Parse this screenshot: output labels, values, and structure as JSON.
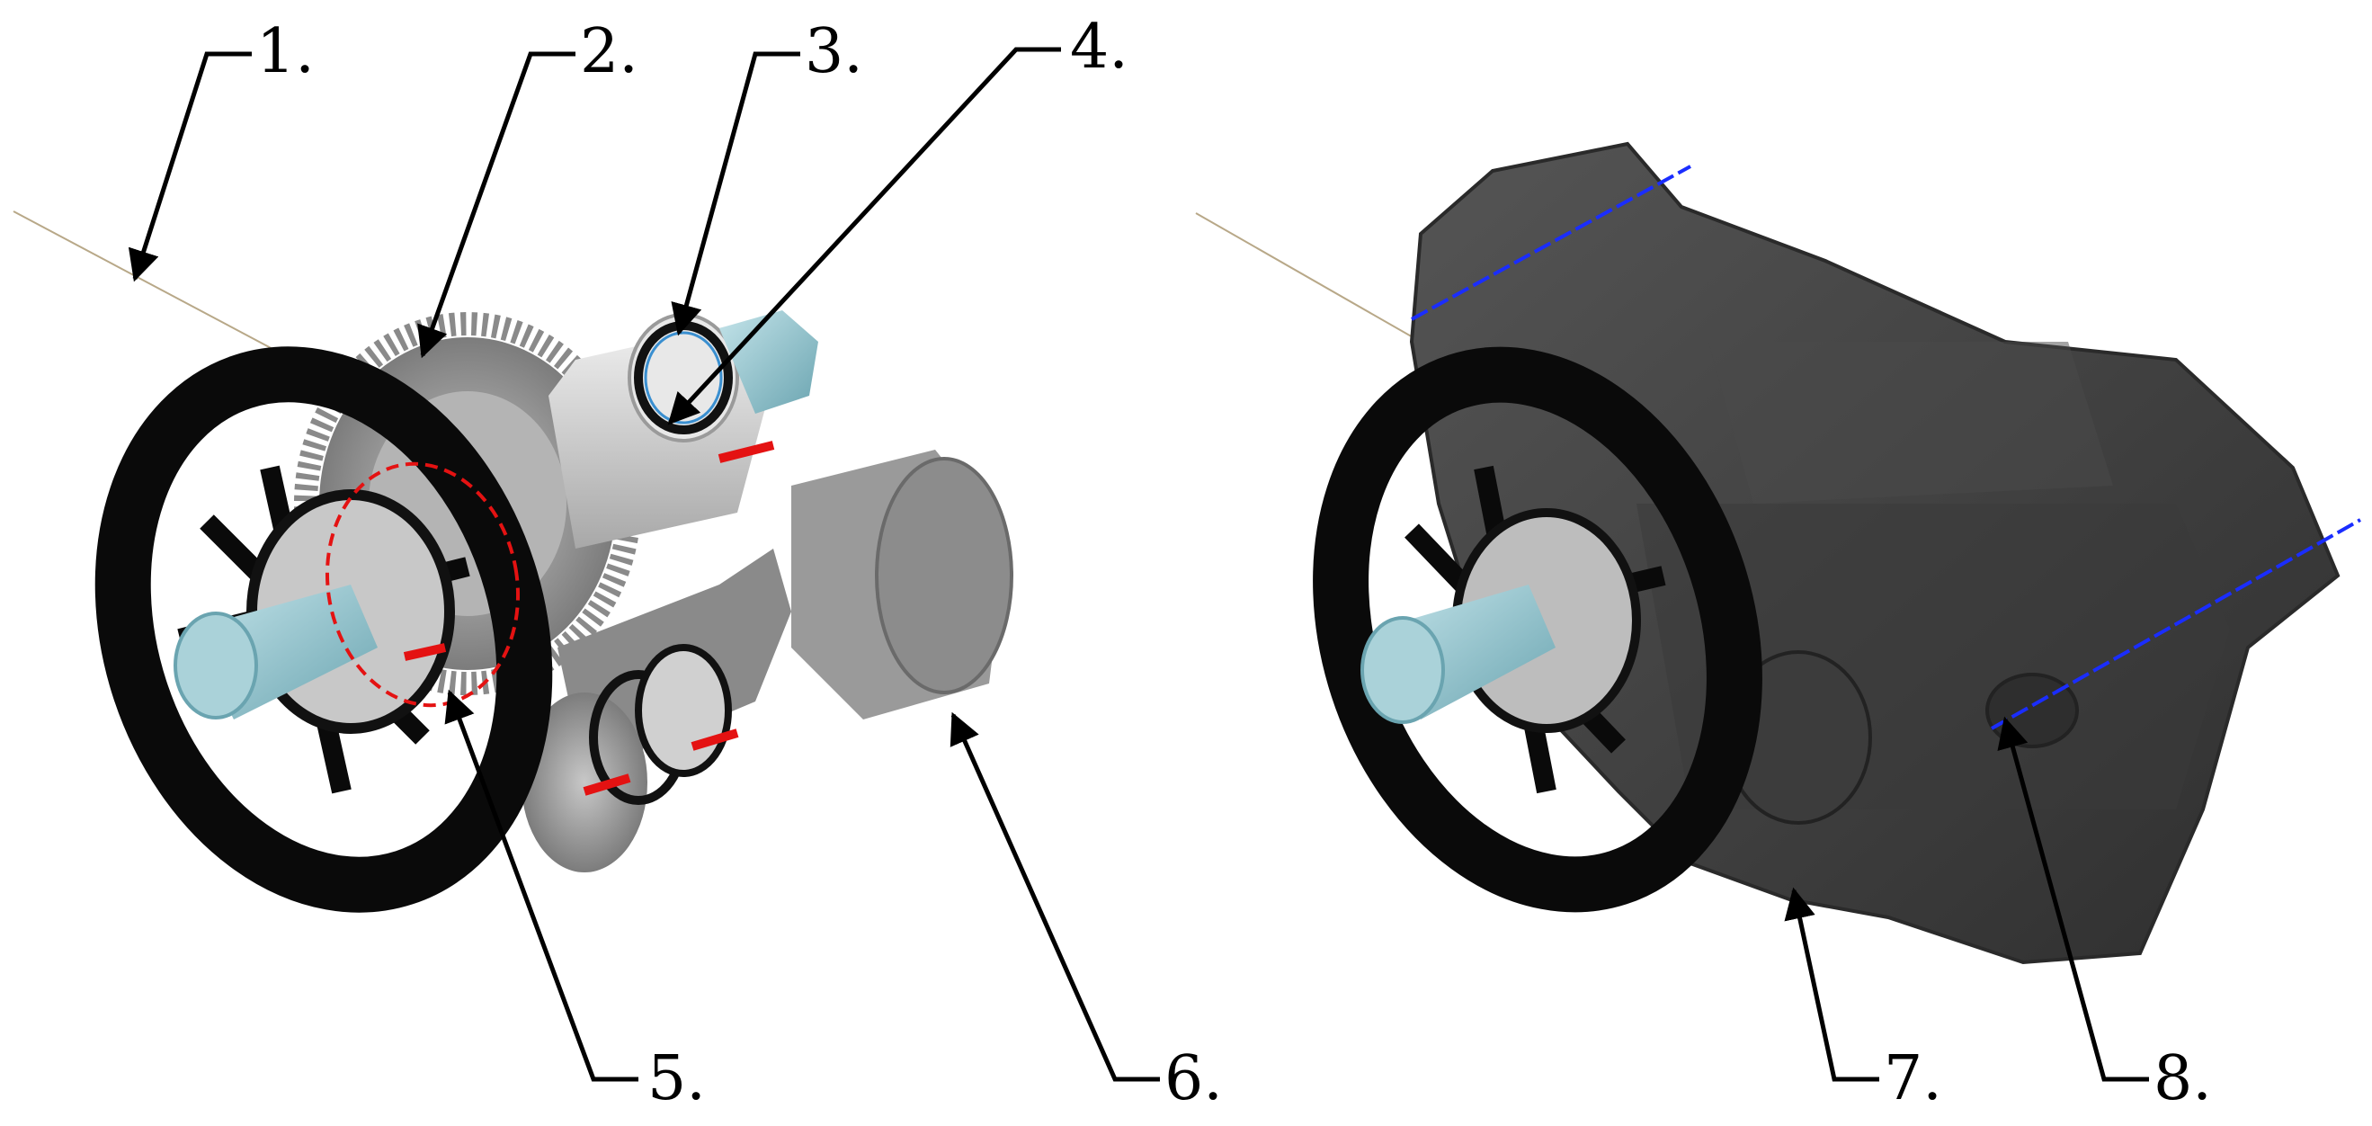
{
  "callouts": [
    {
      "id": "1",
      "label": "1."
    },
    {
      "id": "2",
      "label": "2."
    },
    {
      "id": "3",
      "label": "3."
    },
    {
      "id": "4",
      "label": "4."
    },
    {
      "id": "5",
      "label": "5."
    },
    {
      "id": "6",
      "label": "6."
    },
    {
      "id": "7",
      "label": "7."
    },
    {
      "id": "8",
      "label": "8."
    }
  ],
  "colors": {
    "flange": "#0a0a0a",
    "gear": "#9a9a9a",
    "shaft": "#d7d7d7",
    "spline": "#8fc3cc",
    "housing": "#3e3e3e",
    "marker_red": "#e41212",
    "axis_blue": "#1a2dff",
    "axis_line": "#b8a888",
    "bearing_blue": "#3a8fd0"
  },
  "icons": [
    "leader-arrow",
    "gear-icon",
    "bearing-icon"
  ]
}
